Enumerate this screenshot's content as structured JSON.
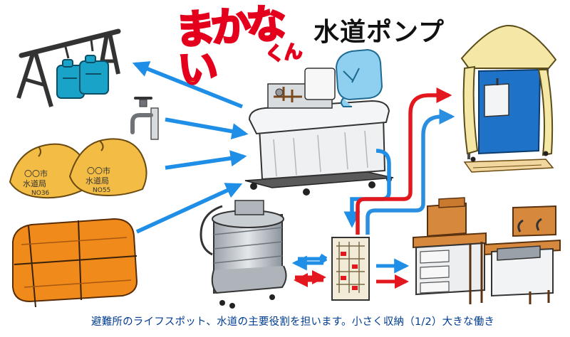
{
  "logo": {
    "main": "まかない",
    "small": "くん"
  },
  "title": "水道ポンプ",
  "caption": "避難所のライフスポット、水道の主要役割を担います。小さく収納（1/2）大きな働き",
  "labels": {
    "bag1_city": "〇〇市",
    "bag1_bureau": "水道局",
    "bag1_no": "NO36",
    "bag2_city": "〇〇市",
    "bag2_bureau": "水道局",
    "bag2_no": "NO55"
  },
  "colors": {
    "flow_arrow": "#1f8ee6",
    "hot_line": "#e3181f",
    "cold_line": "#2a8fe0",
    "tank_orange": "#f08a1a",
    "bag_yellow": "#f2bc45",
    "shower_blue": "#1e73c8",
    "tent_yellow": "#f5e7a6",
    "wood": "#d6893c"
  },
  "icons": [
    "jerrycan-rack",
    "water-faucet",
    "water-bag",
    "orange-tank",
    "pump-tank-unit",
    "water-bottle",
    "water-heater",
    "control-box",
    "shower-booth",
    "kitchen-cabinet"
  ]
}
